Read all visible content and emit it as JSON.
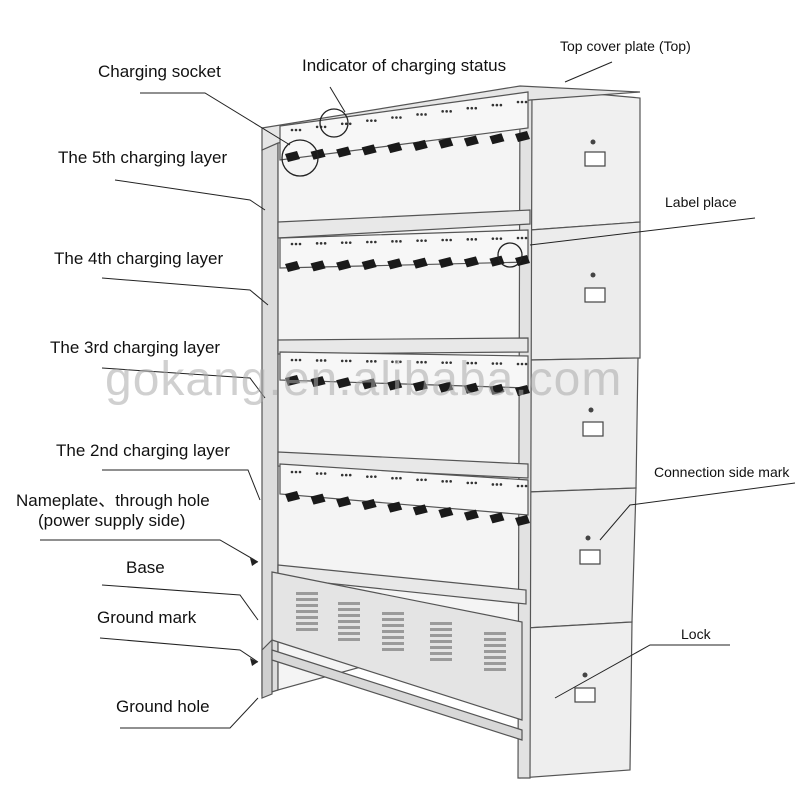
{
  "labels": {
    "charging_socket": "Charging socket",
    "indicator": "Indicator of charging status",
    "top_cover": "Top cover plate (Top)",
    "layer5": "The 5th charging layer",
    "label_place": "Label place",
    "layer4": "The 4th charging layer",
    "layer3": "The 3rd charging layer",
    "layer2": "The 2nd charging layer",
    "connection_side_mark": "Connection side mark",
    "nameplate_line1": "Nameplate、through hole",
    "nameplate_line2": "(power supply side)",
    "base": "Base",
    "ground_mark": "Ground mark",
    "lock": "Lock",
    "ground_hole": "Ground hole"
  },
  "watermark": "gokang.en.alibaba.com",
  "colors": {
    "cabinet_fill": "#eeeeee",
    "cabinet_stroke": "#555555",
    "socket": "#1a1a1a",
    "leader": "#222222"
  }
}
